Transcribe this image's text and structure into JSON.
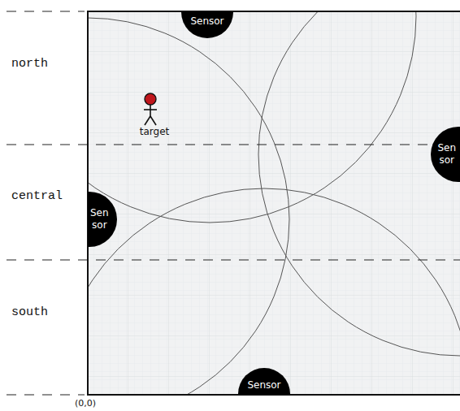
{
  "diagram": {
    "nodes": [
      {
        "text": [
          "Sensor"
        ]
      },
      {
        "text": [
          "Sen sor"
        ]
      },
      {
        "text": [
          "Sen sor"
        ]
      },
      {
        "text": [
          "Sensor"
        ]
      }
    ],
    "labels": [
      "north",
      "target",
      "central",
      "south",
      "(0,0)"
    ]
  }
}
